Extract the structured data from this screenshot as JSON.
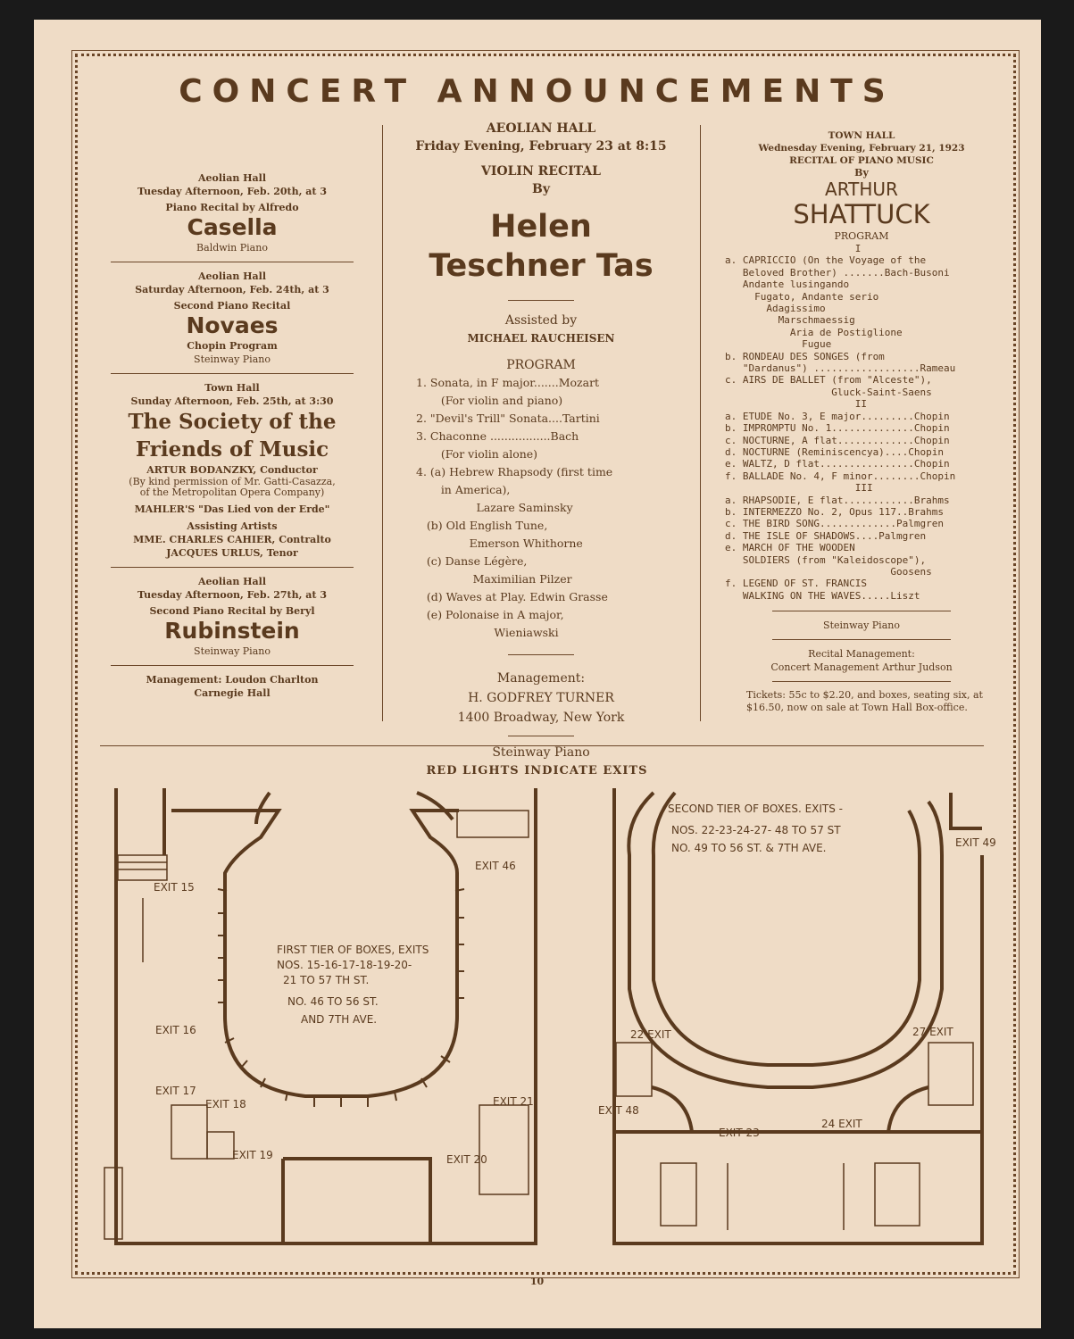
{
  "header": {
    "title": "CONCERT ANNOUNCEMENTS"
  },
  "left": {
    "blocks": [
      {
        "hall": "Aeolian Hall",
        "when": "Tuesday Afternoon, Feb. 20th, at 3",
        "desc": "Piano Recital by Alfredo",
        "name": "Casella",
        "extra": "Baldwin Piano"
      },
      {
        "hall": "Aeolian Hall",
        "when": "Saturday Afternoon, Feb. 24th, at 3",
        "desc": "Second Piano Recital",
        "name": "Novaes",
        "extra1": "Chopin Program",
        "extra": "Steinway Piano"
      },
      {
        "hall": "Town Hall",
        "when": "Sunday Afternoon, Feb. 25th, at 3:30",
        "name1": "The Society of the",
        "name2": "Friends of Music",
        "cond": "ARTUR BODANZKY, Conductor",
        "perm1": "(By kind permission of Mr. Gatti-Casazza,",
        "perm2": "of the Metropolitan Opera Company)",
        "work": "MAHLER'S \"Das Lied von der Erde\"",
        "assist": "Assisting Artists",
        "a1": "MME. CHARLES CAHIER, Contralto",
        "a2": "JACQUES URLUS, Tenor"
      },
      {
        "hall": "Aeolian Hall",
        "when": "Tuesday Afternoon, Feb. 27th, at 3",
        "desc": "Second Piano Recital by Beryl",
        "name": "Rubinstein",
        "extra": "Steinway Piano"
      }
    ],
    "mgmt1": "Management: Loudon Charlton",
    "mgmt2": "Carnegie Hall"
  },
  "center": {
    "hall": "AEOLIAN HALL",
    "when": "Friday Evening, February 23 at 8:15",
    "type": "VIOLIN RECITAL",
    "by": "By",
    "name1": "Helen",
    "name2": "Teschner Tas",
    "assisted": "Assisted by",
    "assistant": "MICHAEL RAUCHEISEN",
    "program": "PROGRAM",
    "items": [
      "1. Sonata, in F major.......Mozart",
      "       (For violin and piano)",
      "2. \"Devil's Trill\" Sonata....Tartini",
      "3. Chaconne .................Bach",
      "       (For violin alone)",
      "4. (a) Hebrew Rhapsody (first time",
      "       in America),",
      "                 Lazare Saminsky",
      "   (b) Old English Tune,",
      "               Emerson Whithorne",
      "   (c) Danse Légère,",
      "                Maximilian Pilzer",
      "   (d) Waves at Play. Edwin Grasse",
      "   (e) Polonaise in A major,",
      "                      Wieniawski"
    ],
    "mgmt": "Management:",
    "mgr": "H. GODFREY TURNER",
    "addr": "1400 Broadway, New York",
    "piano": "Steinway Piano"
  },
  "right": {
    "hall": "TOWN HALL",
    "when": "Wednesday Evening, February 21, 1923",
    "type": "RECITAL OF PIANO MUSIC",
    "by": "By",
    "name1": "ARTHUR",
    "name2": "SHATTUCK",
    "program": "PROGRAM",
    "items": "                      I\na. CAPRICCIO (On the Voyage of the\n   Beloved Brother) .......Bach-Busoni\n   Andante lusingando\n     Fugato, Andante serio\n       Adagissimo\n         Marschmaessig\n           Aria de Postiglione\n             Fugue\nb. RONDEAU DES SONGES (from\n   \"Dardanus\") ..................Rameau\nc. AIRS DE BALLET (from \"Alceste\"),\n                  Gluck-Saint-Saens\n                      II\na. ETUDE No. 3, E major.........Chopin\nb. IMPROMPTU No. 1..............Chopin\nc. NOCTURNE, A flat.............Chopin\nd. NOCTURNE (Reminiscencya)....Chopin\ne. WALTZ, D flat................Chopin\nf. BALLADE No. 4, F minor........Chopin\n                      III\na. RHAPSODIE, E flat............Brahms\nb. INTERMEZZO No. 2, Opus 117..Brahms\nc. THE BIRD SONG.............Palmgren\nd. THE ISLE OF SHADOWS....Palmgren\ne. MARCH OF THE WOODEN\n   SOLDIERS (from \"Kaleidoscope\"),\n                            Goosens\nf. LEGEND OF ST. FRANCIS\n   WALKING ON THE WAVES.....Liszt",
    "piano": "Steinway Piano",
    "rmgmt": "Recital Management:",
    "rmgr": "Concert Management  Arthur Judson",
    "tickets": "Tickets: 55c to $2.20, and boxes, seating six, at $16.50, now on sale at Town Hall Box-office."
  },
  "plans": {
    "heading": "RED LIGHTS INDICATE EXITS",
    "first": {
      "l1": "FIRST TIER OF BOXES, EXITS",
      "l2": "NOS. 15-16-17-18-19-20-",
      "l3": "21 TO 57 TH ST.",
      "l4": "NO. 46 TO 56 ST.",
      "l5": "AND 7TH AVE.",
      "exits": [
        "EXIT 15",
        "EXIT 16",
        "EXIT 17",
        "EXIT 18",
        "EXIT 19",
        "EXIT 20",
        "EXIT 21",
        "EXIT 46"
      ]
    },
    "second": {
      "l1": "SECOND TIER OF BOXES. EXITS -",
      "l2": "NOS. 22-23-24-27- 48 TO 57 ST",
      "l3": "NO. 49 TO 56 ST. & 7TH AVE.",
      "exits": [
        "EXIT 49",
        "22 EXIT",
        "27 EXIT",
        "EXIT 48",
        "EXIT 23",
        "24 EXIT"
      ]
    }
  },
  "footer": {
    "page": "10"
  }
}
